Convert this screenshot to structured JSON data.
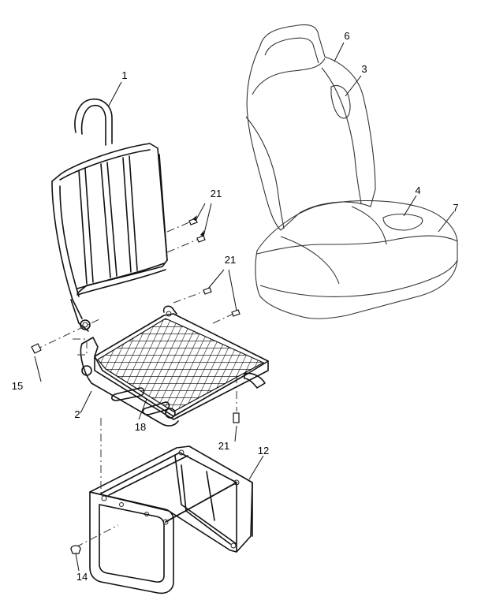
{
  "callouts": [
    {
      "id": "c1",
      "text": "1"
    },
    {
      "id": "c2",
      "text": "2"
    },
    {
      "id": "c3",
      "text": "3"
    },
    {
      "id": "c4",
      "text": "4"
    },
    {
      "id": "c6",
      "text": "6"
    },
    {
      "id": "c7",
      "text": "7"
    },
    {
      "id": "c12",
      "text": "12"
    },
    {
      "id": "c14",
      "text": "14"
    },
    {
      "id": "c15",
      "text": "15"
    },
    {
      "id": "c18",
      "text": "18"
    },
    {
      "id": "c21a",
      "text": "21"
    },
    {
      "id": "c21b",
      "text": "21"
    },
    {
      "id": "c21c",
      "text": "21"
    }
  ]
}
